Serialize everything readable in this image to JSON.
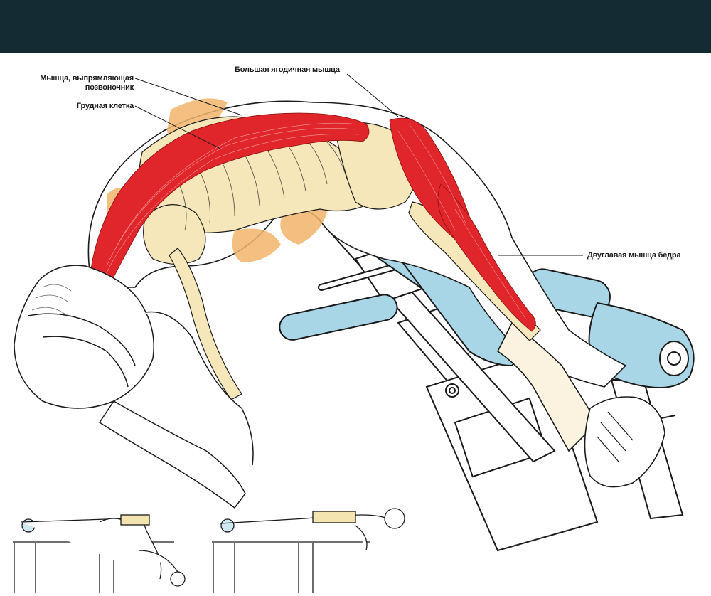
{
  "colors": {
    "top_bar": "#152b33",
    "muscle": "#e0262b",
    "bone": "#f6e7bb",
    "skin": "#f2b56b",
    "pad": "#a9d6e6",
    "line": "#1a1a1a"
  },
  "labels": {
    "spine_erector_line1": "Мышца, выпрямляющая",
    "spine_erector_line2": "позвоночник",
    "rib_cage": "Грудная клетка",
    "gluteus_maximus": "Большая ягодичная мышца",
    "hamstring": "Двуглавая мышца бедра"
  }
}
